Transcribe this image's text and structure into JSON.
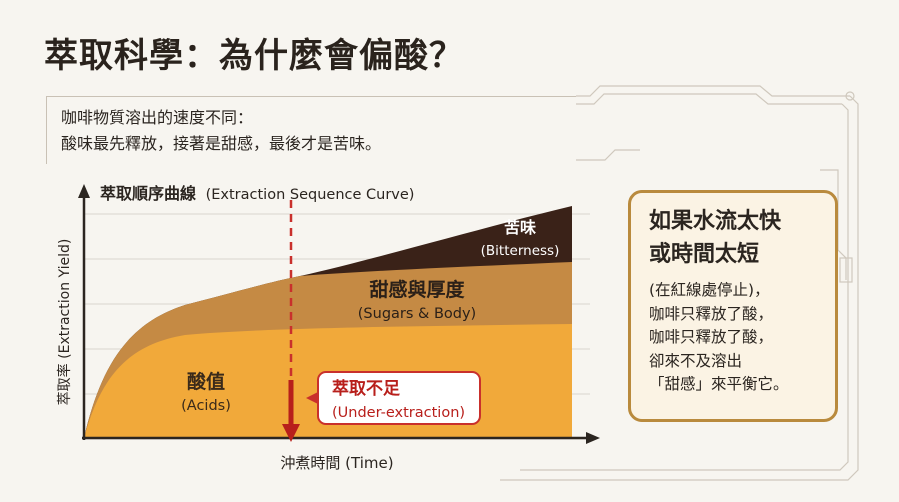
{
  "title": "萃取科學：為什麼會偏酸？",
  "intro": {
    "line1": "咖啡物質溶出的速度不同：",
    "line2": "酸味最先釋放，接著是甜感，最後才是苦味。"
  },
  "chart_data": {
    "type": "area",
    "title": "萃取順序曲線",
    "title_en": "(Extraction Sequence Curve)",
    "xlabel": "沖煮時間 (Time)",
    "ylabel": "萃取率 (Extraction Yield)",
    "grid": true,
    "layers": [
      {
        "name": "酸值",
        "name_en": "(Acids)",
        "color": "#f1a93a"
      },
      {
        "name": "甜感與厚度",
        "name_en": "(Sugars & Body)",
        "color": "#c58a44"
      },
      {
        "name": "苦味",
        "name_en": "(Bitterness)",
        "color": "#3a2218"
      }
    ],
    "marker": {
      "name": "萃取不足",
      "name_en": "(Under-extraction)",
      "color": "#c9302c"
    }
  },
  "callout": {
    "line1": "如果水流太快",
    "line2": "或時間太短",
    "line3": "(在紅線處停止)，",
    "line4": "咖啡只釋放了酸，",
    "line5": "咖啡只釋放了酸，",
    "line6": "卻來不及溶出",
    "line7": "「甜感」來平衡它。"
  }
}
